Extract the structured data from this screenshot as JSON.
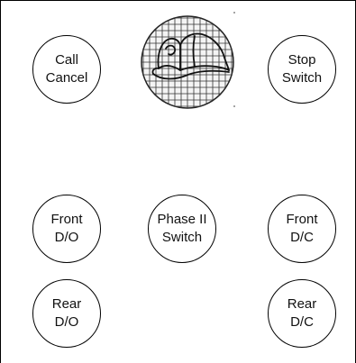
{
  "panel": {
    "buttons": {
      "call_cancel": {
        "line1": "Call",
        "line2": "Cancel"
      },
      "stop_switch": {
        "line1": "Stop",
        "line2": "Switch"
      },
      "front_do": {
        "line1": "Front",
        "line2": "D/O"
      },
      "phase_ii": {
        "line1": "Phase II",
        "line2": "Switch"
      },
      "front_dc": {
        "line1": "Front",
        "line2": "D/C"
      },
      "rear_do": {
        "line1": "Rear",
        "line2": "D/O"
      },
      "rear_dc": {
        "line1": "Rear",
        "line2": "D/C"
      }
    },
    "center_icon": "firefighter-helmet-icon"
  }
}
